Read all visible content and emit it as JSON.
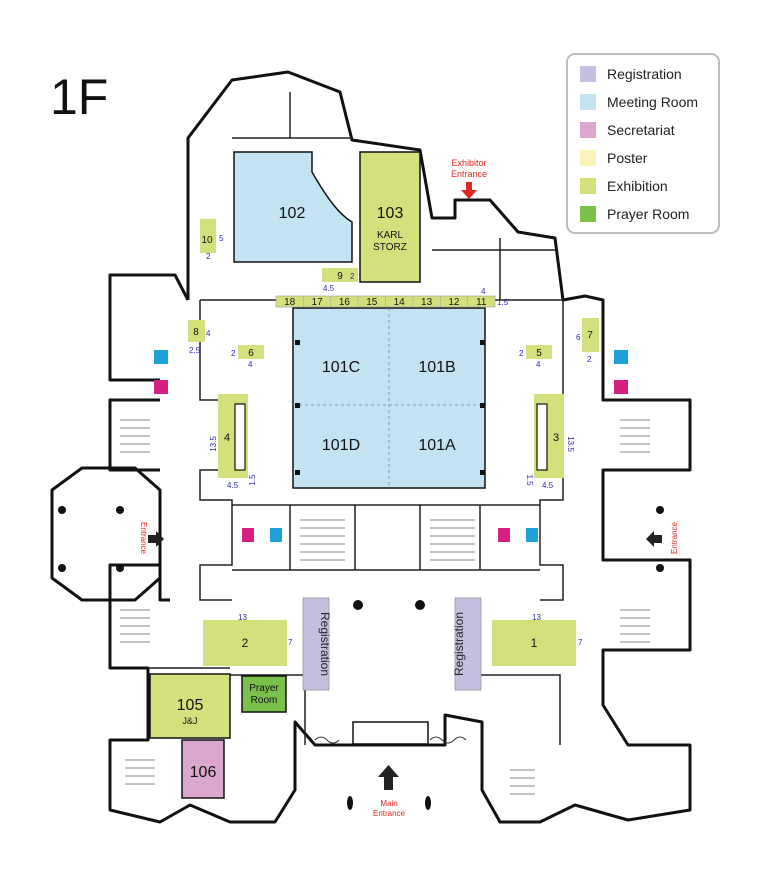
{
  "floor": {
    "title": "1F"
  },
  "legend": [
    {
      "label": "Registration",
      "color": "#c5c0df"
    },
    {
      "label": "Meeting Room",
      "color": "#c3e3f3"
    },
    {
      "label": "Secretariat",
      "color": "#dba7cf"
    },
    {
      "label": "Poster",
      "color": "#fbf4b9"
    },
    {
      "label": "Exhibition",
      "color": "#d4e07c"
    },
    {
      "label": "Prayer Room",
      "color": "#7ac04a"
    }
  ],
  "rooms": {
    "r102": "102",
    "r103": "103",
    "r103_sponsor": [
      "KARL",
      "STORZ"
    ],
    "r101a": "101A",
    "r101b": "101B",
    "r101c": "101C",
    "r101d": "101D",
    "r105": "105",
    "r105_sponsor": "J&J",
    "r106": "106",
    "prayer": [
      "Prayer",
      "Room"
    ]
  },
  "booths": {
    "top_row": [
      "18",
      "17",
      "16",
      "15",
      "14",
      "13",
      "12",
      "11"
    ],
    "b1": "1",
    "b2": "2",
    "b3": "3",
    "b4": "4",
    "b5": "5",
    "b6": "6",
    "b7": "7",
    "b8": "8",
    "b9": "9",
    "b10": "10"
  },
  "dimensions": {
    "d10a": "5",
    "d10b": "2",
    "d9a": "4.5",
    "d9b": "2",
    "d11a": "4",
    "d11b": "1.5",
    "d8a": "4",
    "d8b": "2.5",
    "d6a": "2",
    "d6b": "4",
    "d5a": "2",
    "d5b": "4",
    "d7a": "6",
    "d7b": "2",
    "d4a": "13.5",
    "d4b": "4.5",
    "d4c": "1.5",
    "d3a": "13.5",
    "d3b": "4.5",
    "d3c": "1.5",
    "d2a": "13",
    "d2b": "7",
    "d1a": "13",
    "d1b": "7"
  },
  "registration": {
    "left": "Registration",
    "right": "Registration"
  },
  "entrances": {
    "exhibitor": [
      "Exhibitor",
      "Entrance"
    ],
    "main": [
      "Main",
      "Entrance"
    ],
    "left": "Entrance",
    "right": "Entrance"
  },
  "colors": {
    "meeting": "#c3e3f3",
    "exhibition": "#d4e07c",
    "registration": "#c5c0df",
    "secretariat": "#dba7cf",
    "prayer": "#7ac04a",
    "label_blue": "#2b2bb5",
    "entrance_red": "#e0271f",
    "restroom_blue": "#1ea0d8",
    "restroom_pink": "#d61f83"
  }
}
